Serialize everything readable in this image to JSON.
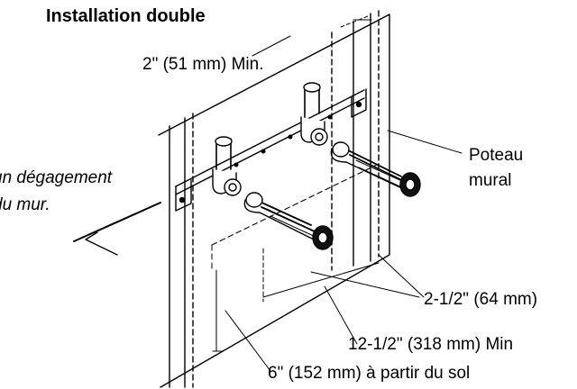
{
  "title": "Installation double",
  "labels": {
    "min_2in": "2\" (51 mm) Min.",
    "clearance_line1": "un dégagement",
    "clearance_line2": "du mur.",
    "stud_line1": "Poteau",
    "stud_line2": "mural",
    "dim_2_5in": "2-1/2\" (64 mm)",
    "dim_12_5in": "12-1/2\" (318 mm) Min",
    "dim_6in": "6\" (152 mm) à partir du sol"
  }
}
